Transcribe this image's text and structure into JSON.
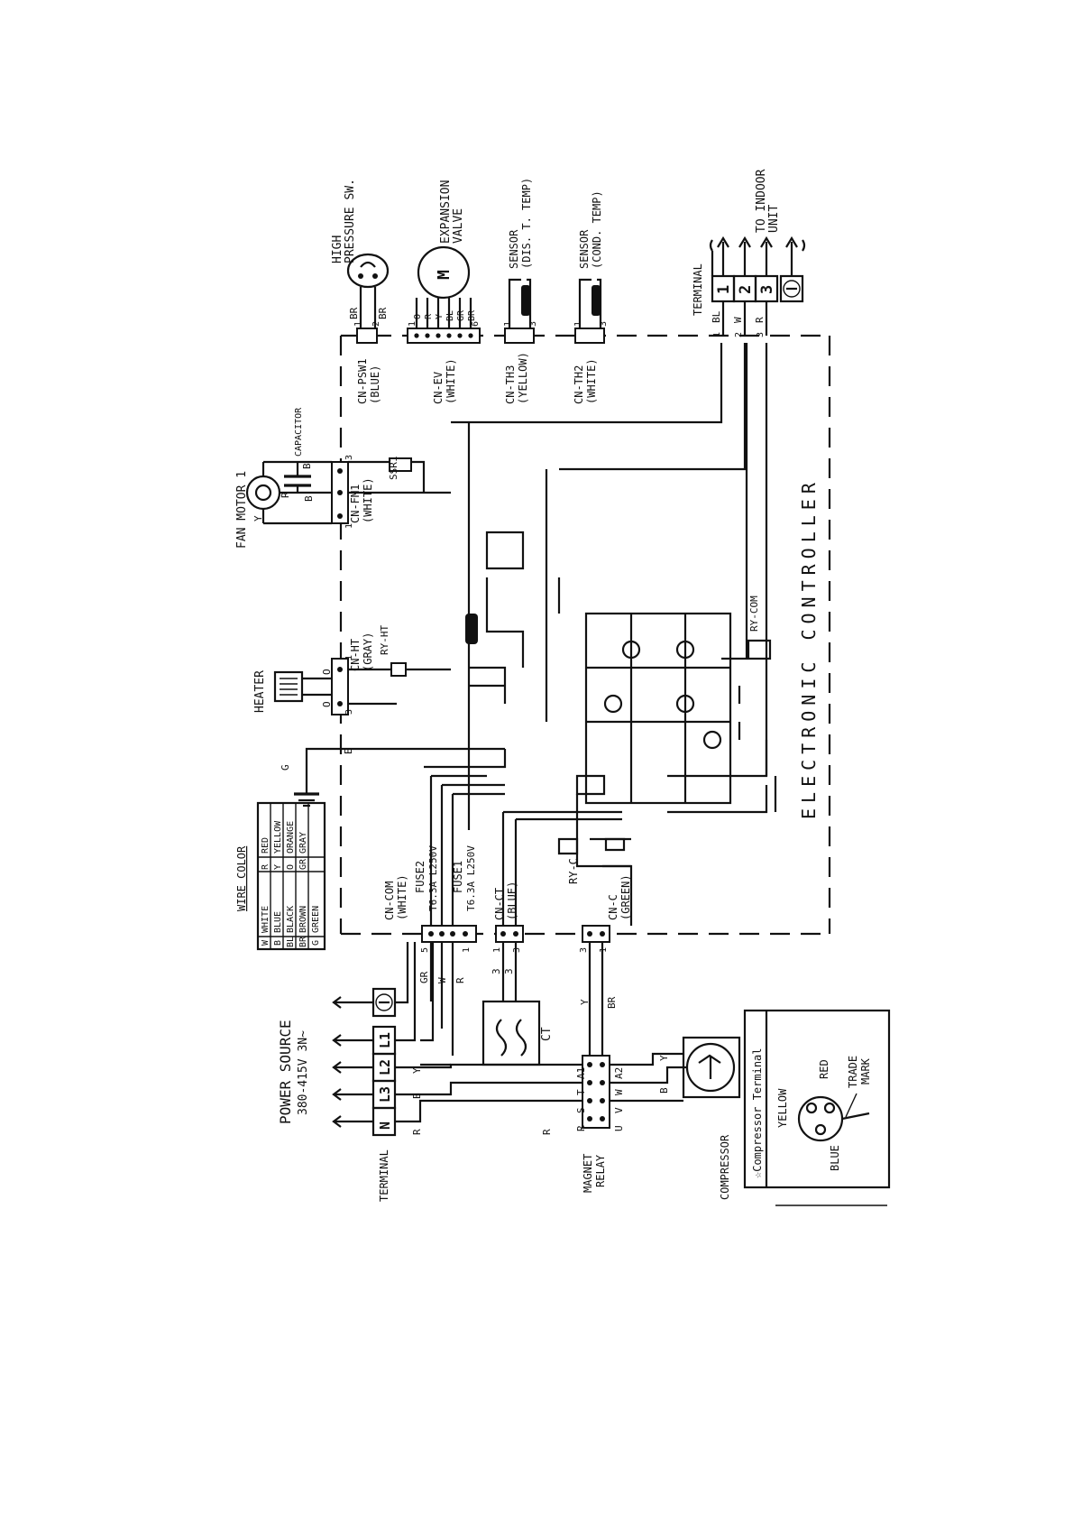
{
  "labels": {
    "fan_motor": "FAN MOTOR 1",
    "capacitor": "CAPACITOR",
    "heater": "HEATER",
    "high_pressure": [
      "HIGH",
      "PRESSURE SW."
    ],
    "expansion": [
      "EXPANSION",
      "VALVE"
    ],
    "sensor_dis": [
      "SENSOR",
      "(DIS. T. TEMP)"
    ],
    "sensor_cond": [
      "SENSOR",
      "(COND. TEMP)"
    ],
    "terminal": "TERMINAL",
    "to_indoor": [
      "TO INDOOR",
      "UNIT"
    ],
    "electronic_controller": "ELECTRONIC CONTROLLER",
    "power_source": [
      "POWER SOURCE",
      "380-415V 3N~"
    ],
    "magnet_relay": [
      "MAGNET",
      "RELAY"
    ],
    "compressor": "COMPRESSOR",
    "ct": "CT",
    "ry_c": "RY-C",
    "ry_com": "RY-COM",
    "ssr1": "SSR1",
    "g": "G",
    "e": "E"
  },
  "connectors": {
    "cn_fm1": [
      "CN-FM1",
      "(WHITE)"
    ],
    "cn_ht": [
      "CN-HT",
      "(GRAY)"
    ],
    "ry_ht": "RY-HT",
    "cn_psw1": [
      "CN-PSW1",
      "(BLUE)"
    ],
    "cn_ev": [
      "CN-EV",
      "(WHITE)"
    ],
    "cn_th3": [
      "CN-TH3",
      "(YELLOW)"
    ],
    "cn_th2": [
      "CN-TH2",
      "(WHITE)"
    ],
    "cn_com": [
      "CN-COM",
      "(WHITE)"
    ],
    "cn_ct": [
      "CN-CT",
      "(BLUE)"
    ],
    "cn_c": [
      "CN-C",
      "(GREEN)"
    ],
    "fuse2": [
      "FUSE2",
      "T6.3A L250V"
    ],
    "fuse1": [
      "FUSE1",
      "T6.3A L250V"
    ]
  },
  "wire_color": {
    "title": "WIRE COLOR",
    "rows": [
      [
        "W",
        "WHITE",
        "R",
        "RED"
      ],
      [
        "B",
        "BLUE",
        "Y",
        "YELLOW"
      ],
      [
        "BL",
        "BLACK",
        "O",
        "ORANGE"
      ],
      [
        "BR",
        "BROWN",
        "GR",
        "GRAY"
      ],
      [
        "G",
        "GREEN",
        "",
        ""
      ]
    ]
  },
  "power_terminals": [
    "L1",
    "L2",
    "L3",
    "N"
  ],
  "indoor_terminals": [
    "1",
    "2",
    "3"
  ],
  "compressor_terminal": {
    "title": "☆Compressor Terminal",
    "yellow": "YELLOW",
    "red": "RED",
    "blue": "BLUE",
    "trade_mark": [
      "TRADE",
      "MARK"
    ]
  },
  "wire_marks": {
    "pl1": "R",
    "pl2": "B",
    "pl3": "Y",
    "cn_com_gr": "GR",
    "cn_com_w": "W",
    "cn_com_r": "R",
    "ct1": "3",
    "ct2": "3",
    "relay_y": "Y",
    "relay_br": "BR",
    "relay_r": "R",
    "comp_b": "B",
    "comp_y": "Y",
    "relay_top": [
      "R",
      "S",
      "T",
      "A1"
    ],
    "relay_bot": [
      "U",
      "V",
      "W",
      "A2"
    ],
    "fan_y": "Y",
    "fan_r": "R",
    "fan_b": "B",
    "cap_b": "B",
    "heater_o1": "O",
    "heater_o2": "O",
    "psw_br1": "BR",
    "psw_br2": "BR",
    "ev_wires": [
      "O",
      "R",
      "Y",
      "BL",
      "GR",
      "BR"
    ],
    "ind_bl": "BL",
    "ind_w": "W",
    "ind_r": "R",
    "pin_1": "1",
    "pin_2": "2",
    "pin_3": "3",
    "pin_5": "5",
    "pin_6": "6"
  }
}
